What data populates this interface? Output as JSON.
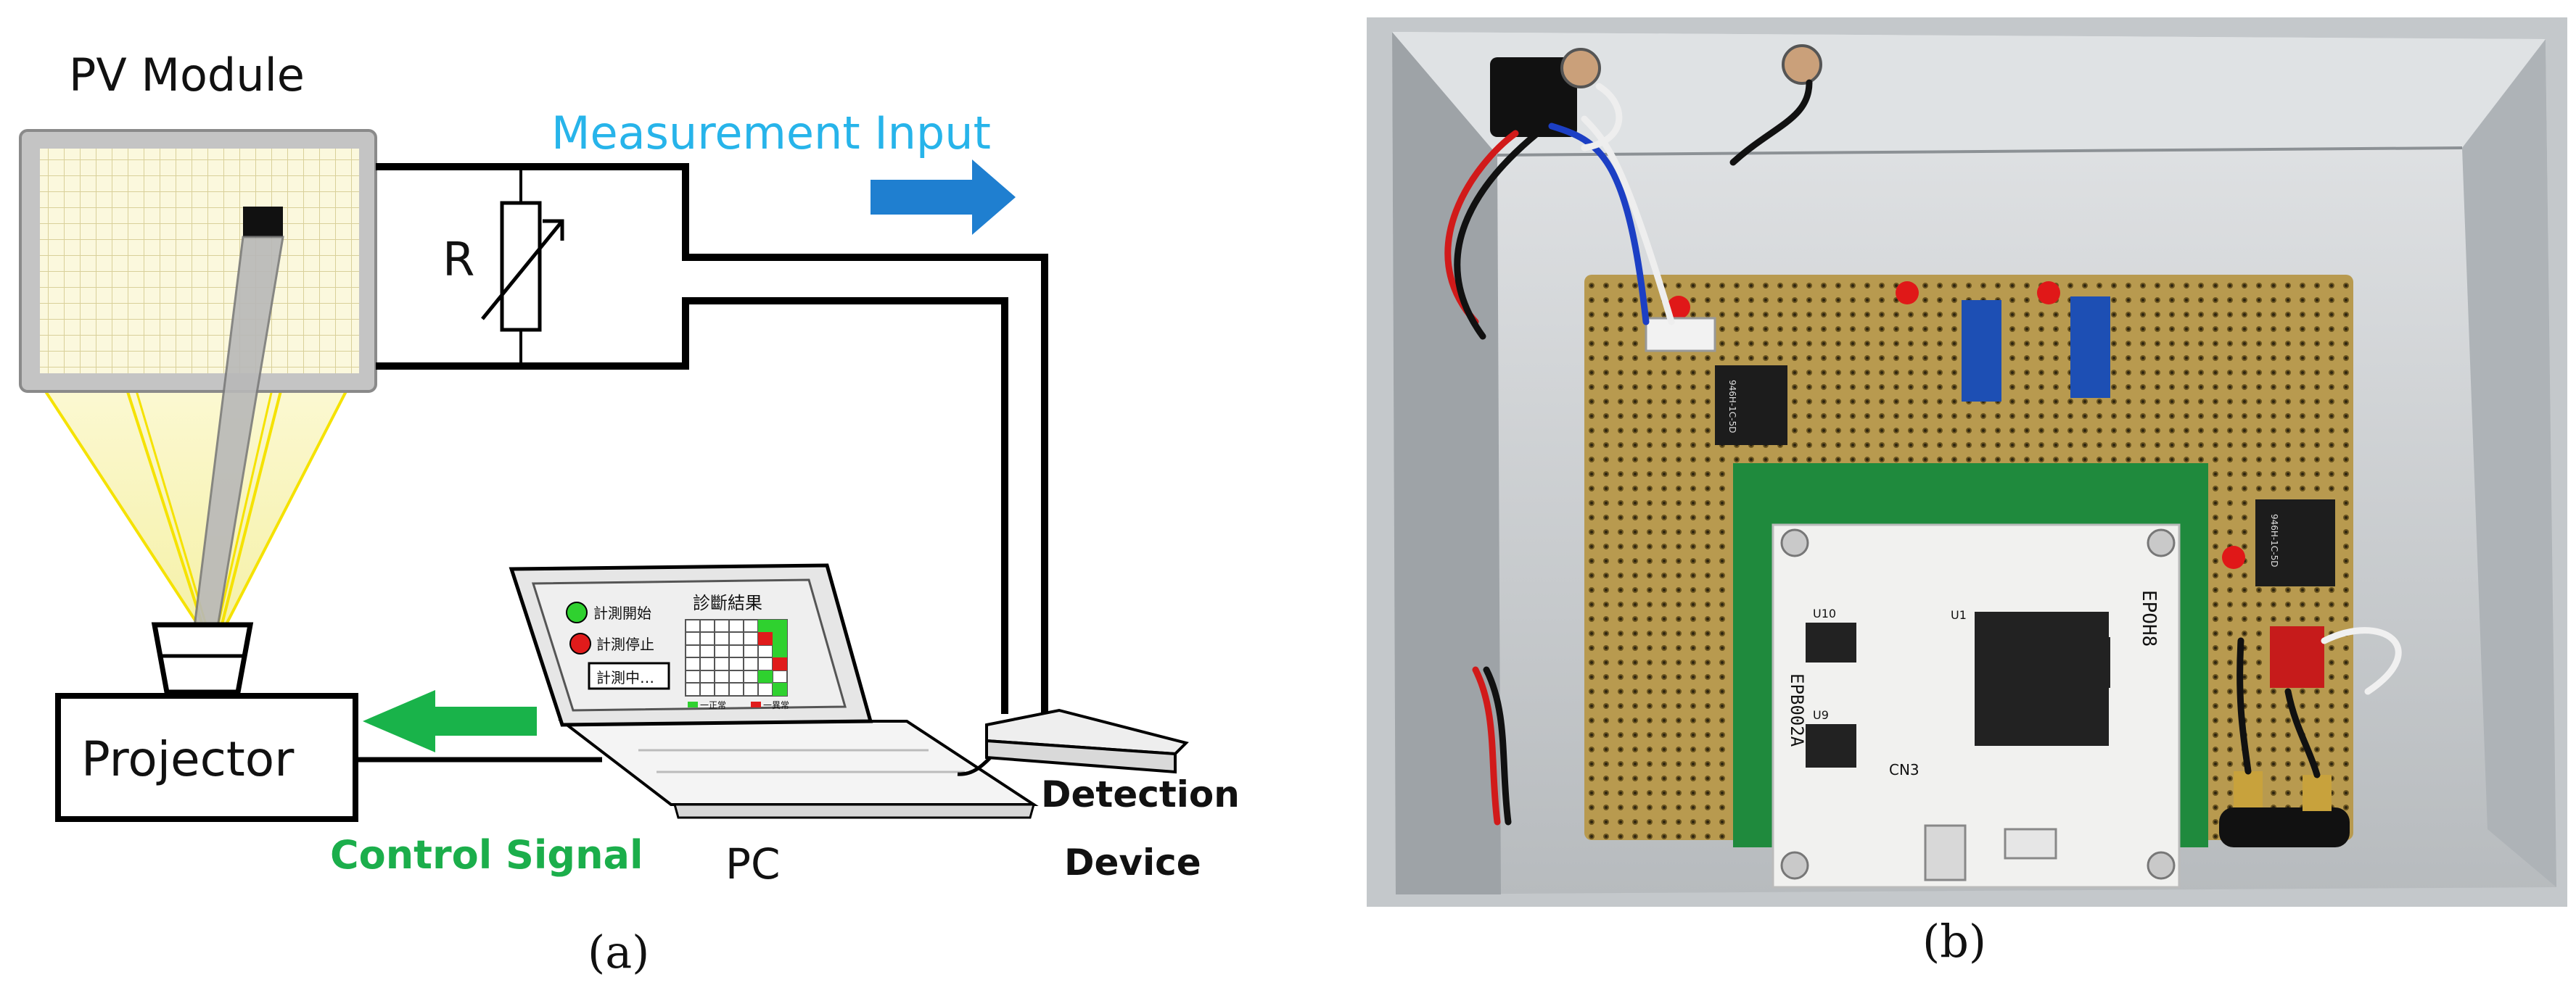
{
  "panel_a": {
    "pv_module_label": "PV Module",
    "resistor_label": "R",
    "measurement_input_label": "Measurement Input",
    "projector_label": "Projector",
    "control_signal_label": "Control Signal",
    "pc_label": "PC",
    "detection_label_line1": "Detection",
    "detection_label_line2": "Device",
    "screen": {
      "title": "診斷結果",
      "start_label": "計測開始",
      "stop_label": "計測停止",
      "status_label": "計測中…",
      "legend_normal": "一正常",
      "legend_abnormal": "一異常"
    },
    "caption": "(a)"
  },
  "panel_b": {
    "board_labels": {
      "board_left": "EPB002A",
      "board_right": "EPOH8",
      "relay_left": "946H-1C-5D",
      "relay_right": "946H-1C-5D",
      "u1": "U1",
      "u9": "U9",
      "u10": "U10",
      "cn3": "CN3"
    },
    "caption": "(b)"
  },
  "colors": {
    "measurement_arrow": "#1f7fd0",
    "control_arrow": "#19b34a",
    "measurement_text": "#27b4ea",
    "control_text": "#1bae4b",
    "light_beam": "#f7f09a",
    "pcb_board": "#b89a4f",
    "module_board": "#1f8a3d"
  }
}
